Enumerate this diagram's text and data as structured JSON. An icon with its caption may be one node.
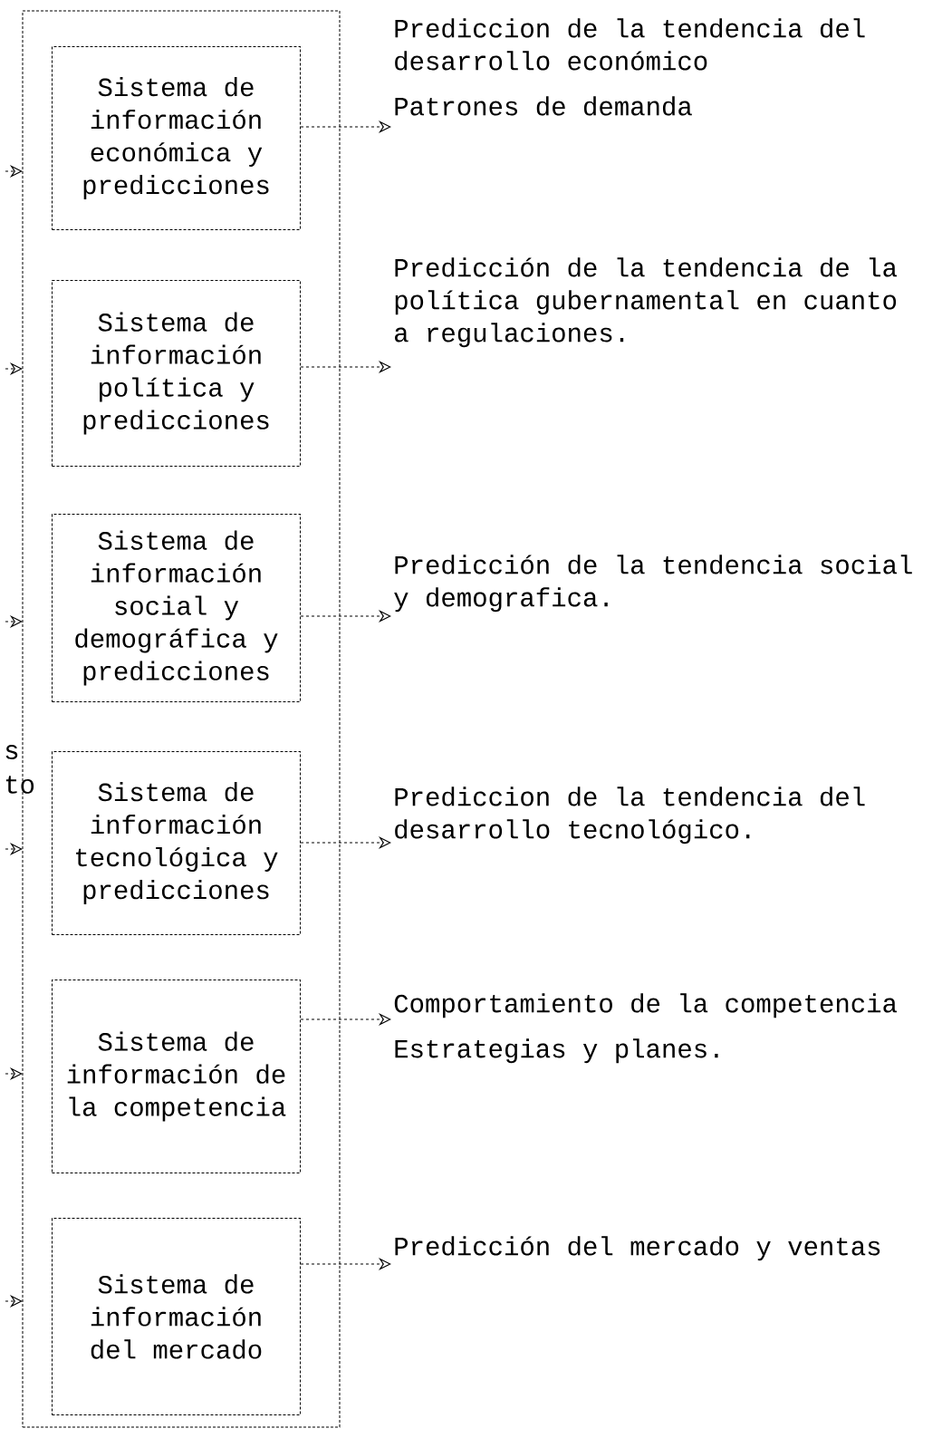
{
  "diagram": {
    "nodes": [
      {
        "text": [],
        "shape": "box"
      },
      {
        "text": [
          "Sistema de información económica y predicciones"
        ],
        "in": 0
      },
      {
        "text": [
          "Sistema de información política y predicciones"
        ],
        "in": 0
      },
      {
        "text": [
          "Sistema de información social y demográfica y predicciones"
        ],
        "in": 0
      },
      {
        "text": [
          "Sistema de información tecnológica y predicciones"
        ],
        "in": 0
      },
      {
        "text": [
          "Sistema de información de la competencia"
        ],
        "in": 0
      },
      {
        "text": [
          "Sistema de información del mercado"
        ],
        "in": 0
      },
      {
        "text": [
          "Prediccion de la tendencia del desarrollo económico",
          "Patrones de demanda"
        ]
      },
      {
        "text": [
          "Predicción de la tendencia de la política gubernamental en cuanto a regulaciones."
        ]
      },
      {
        "text": [
          "Predicción de la tendencia social y demografica."
        ]
      },
      {
        "text": [
          "Prediccion de la tendencia del desarrollo tecnológico."
        ]
      },
      {
        "text": [
          "Comportamiento de la competencia",
          "Estrategias y planes."
        ]
      },
      {
        "text": [
          "Predicción del mercado y ventas"
        ]
      }
    ],
    "edges": [
      {
        "from": 1,
        "to": 7,
        "arrow": "to",
        "style": "dashed"
      },
      {
        "from": 2,
        "to": 8,
        "arrow": "to",
        "style": "dashed"
      },
      {
        "from": 3,
        "to": 9,
        "arrow": "to",
        "style": "dashed"
      },
      {
        "from": 4,
        "to": 10,
        "arrow": "to",
        "style": "dashed"
      },
      {
        "from": 5,
        "to": 11,
        "arrow": "to",
        "style": "dashed"
      },
      {
        "from": 6,
        "to": 12,
        "arrow": "to",
        "style": "dashed"
      },
      {
        "from": null,
        "to": 0,
        "arrow": "to",
        "style": "dashed"
      },
      {
        "from": null,
        "to": 0,
        "arrow": "to",
        "style": "dashed"
      },
      {
        "from": null,
        "to": 0,
        "arrow": "to",
        "style": "dashed"
      },
      {
        "from": null,
        "to": 0,
        "arrow": "to",
        "style": "dashed"
      },
      {
        "from": null,
        "to": 0,
        "arrow": "to",
        "style": "dashed"
      },
      {
        "from": null,
        "to": 0,
        "arrow": "to",
        "style": "dashed"
      }
    ],
    "labels": [
      "s",
      "to"
    ]
  }
}
